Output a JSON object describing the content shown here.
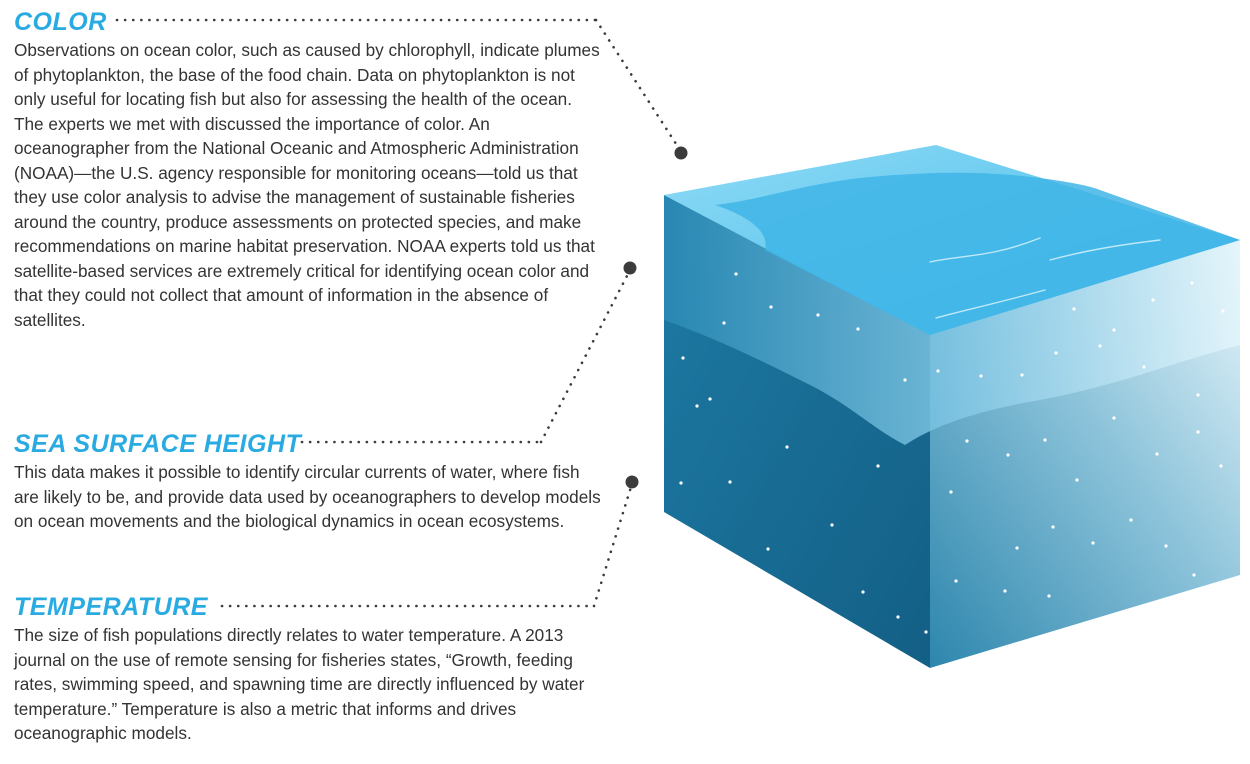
{
  "sections": [
    {
      "heading": "COLOR",
      "body": "Observations on ocean color, such as caused by chlorophyll, indicate plumes of phytoplankton, the base of the food chain. Data on phytoplankton is not only useful for locating fish but also for assessing the health of the ocean. The experts we met with discussed the importance of color. An oceanographer from the National Oceanic and Atmospheric Administration (NOAA)—the U.S. agency responsible for monitoring oceans—told us that they use color analysis to advise the management of sustainable fisheries around the country, produce assessments on protected species, and make recommendations on marine habitat preservation. NOAA experts told us that satellite-based services are extremely critical for identifying ocean color and that they could not collect that amount of information in the absence of satellites."
    },
    {
      "heading": "SEA SURFACE HEIGHT",
      "body": "This data makes it possible to identify circular currents of water, where fish are likely to be, and provide data used by oceanographers to develop models on ocean movements and the biological dynamics in ocean ecosystems."
    },
    {
      "heading": "TEMPERATURE",
      "body": "The size of fish populations directly relates to water temperature. A 2013 journal on the use of remote sensing for fisheries states, “Growth, feeding rates, swimming speed, and spawning time are directly influenced by water temperature.” Temperature is also a metric that informs and drives oceanographic models."
    }
  ],
  "colors": {
    "heading": "#29abe2",
    "text": "#333333",
    "connector": "#3c3c3c",
    "top_face": "#6ccdf0",
    "front_dark": "#1a6f94",
    "front_light": "#d6eef7"
  }
}
